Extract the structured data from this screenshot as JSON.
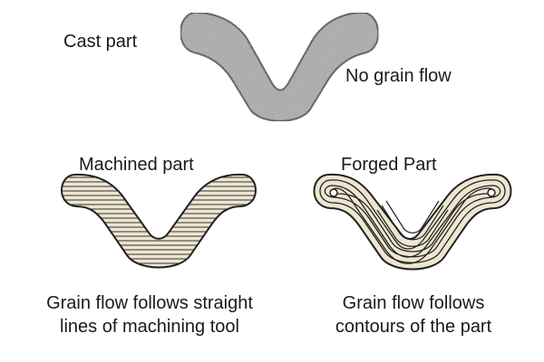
{
  "labels": {
    "cast": "Cast part",
    "no_grain": "No grain flow",
    "machined": "Machined part",
    "forged": "Forged Part"
  },
  "captions": {
    "machined_line1": "Grain flow follows straight",
    "machined_line2": "lines of machining tool",
    "forged_line1": "Grain flow follows",
    "forged_line2": "contours of the part"
  },
  "colors": {
    "cast_fill": "#a9a9a9",
    "machined_fill": "#efe6d1",
    "forged_fill": "#efe6d1",
    "outline": "#222222"
  }
}
